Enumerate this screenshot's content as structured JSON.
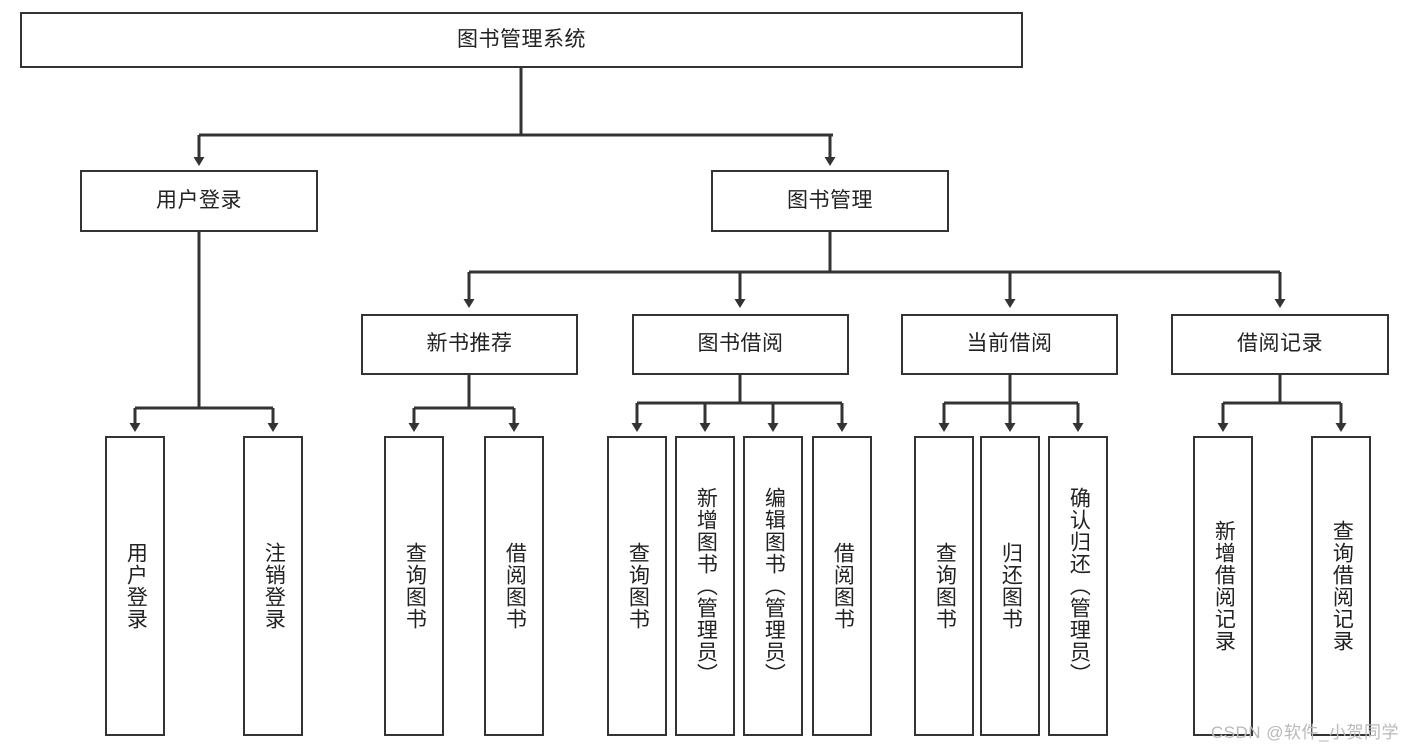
{
  "diagram": {
    "title": "图书管理系统",
    "watermark": "CSDN @软件_小贺同学",
    "colors": {
      "box_border": "#333333",
      "box_fill": "#ffffff",
      "connector": "#333333",
      "text": "#222222",
      "watermark": "#b9b9b9"
    },
    "root": {
      "label": "图书管理系统"
    },
    "level2": [
      {
        "label": "用户登录"
      },
      {
        "label": "图书管理"
      }
    ],
    "level3": [
      {
        "label": "新书推荐"
      },
      {
        "label": "图书借阅"
      },
      {
        "label": "当前借阅"
      },
      {
        "label": "借阅记录"
      }
    ],
    "leaves": {
      "user_login": [
        {
          "label": "用户登录"
        },
        {
          "label": "注销登录"
        }
      ],
      "new_book_recommend": [
        {
          "label": "查询图书"
        },
        {
          "label": "借阅图书"
        }
      ],
      "book_borrow": [
        {
          "label": "查询图书"
        },
        {
          "label": "新增图书（管理员）"
        },
        {
          "label": "编辑图书（管理员）"
        },
        {
          "label": "借阅图书"
        }
      ],
      "current_borrow": [
        {
          "label": "查询图书"
        },
        {
          "label": "归还图书"
        },
        {
          "label": "确认归还（管理员）"
        }
      ],
      "borrow_record": [
        {
          "label": "新增借阅记录"
        },
        {
          "label": "查询借阅记录"
        }
      ]
    }
  }
}
